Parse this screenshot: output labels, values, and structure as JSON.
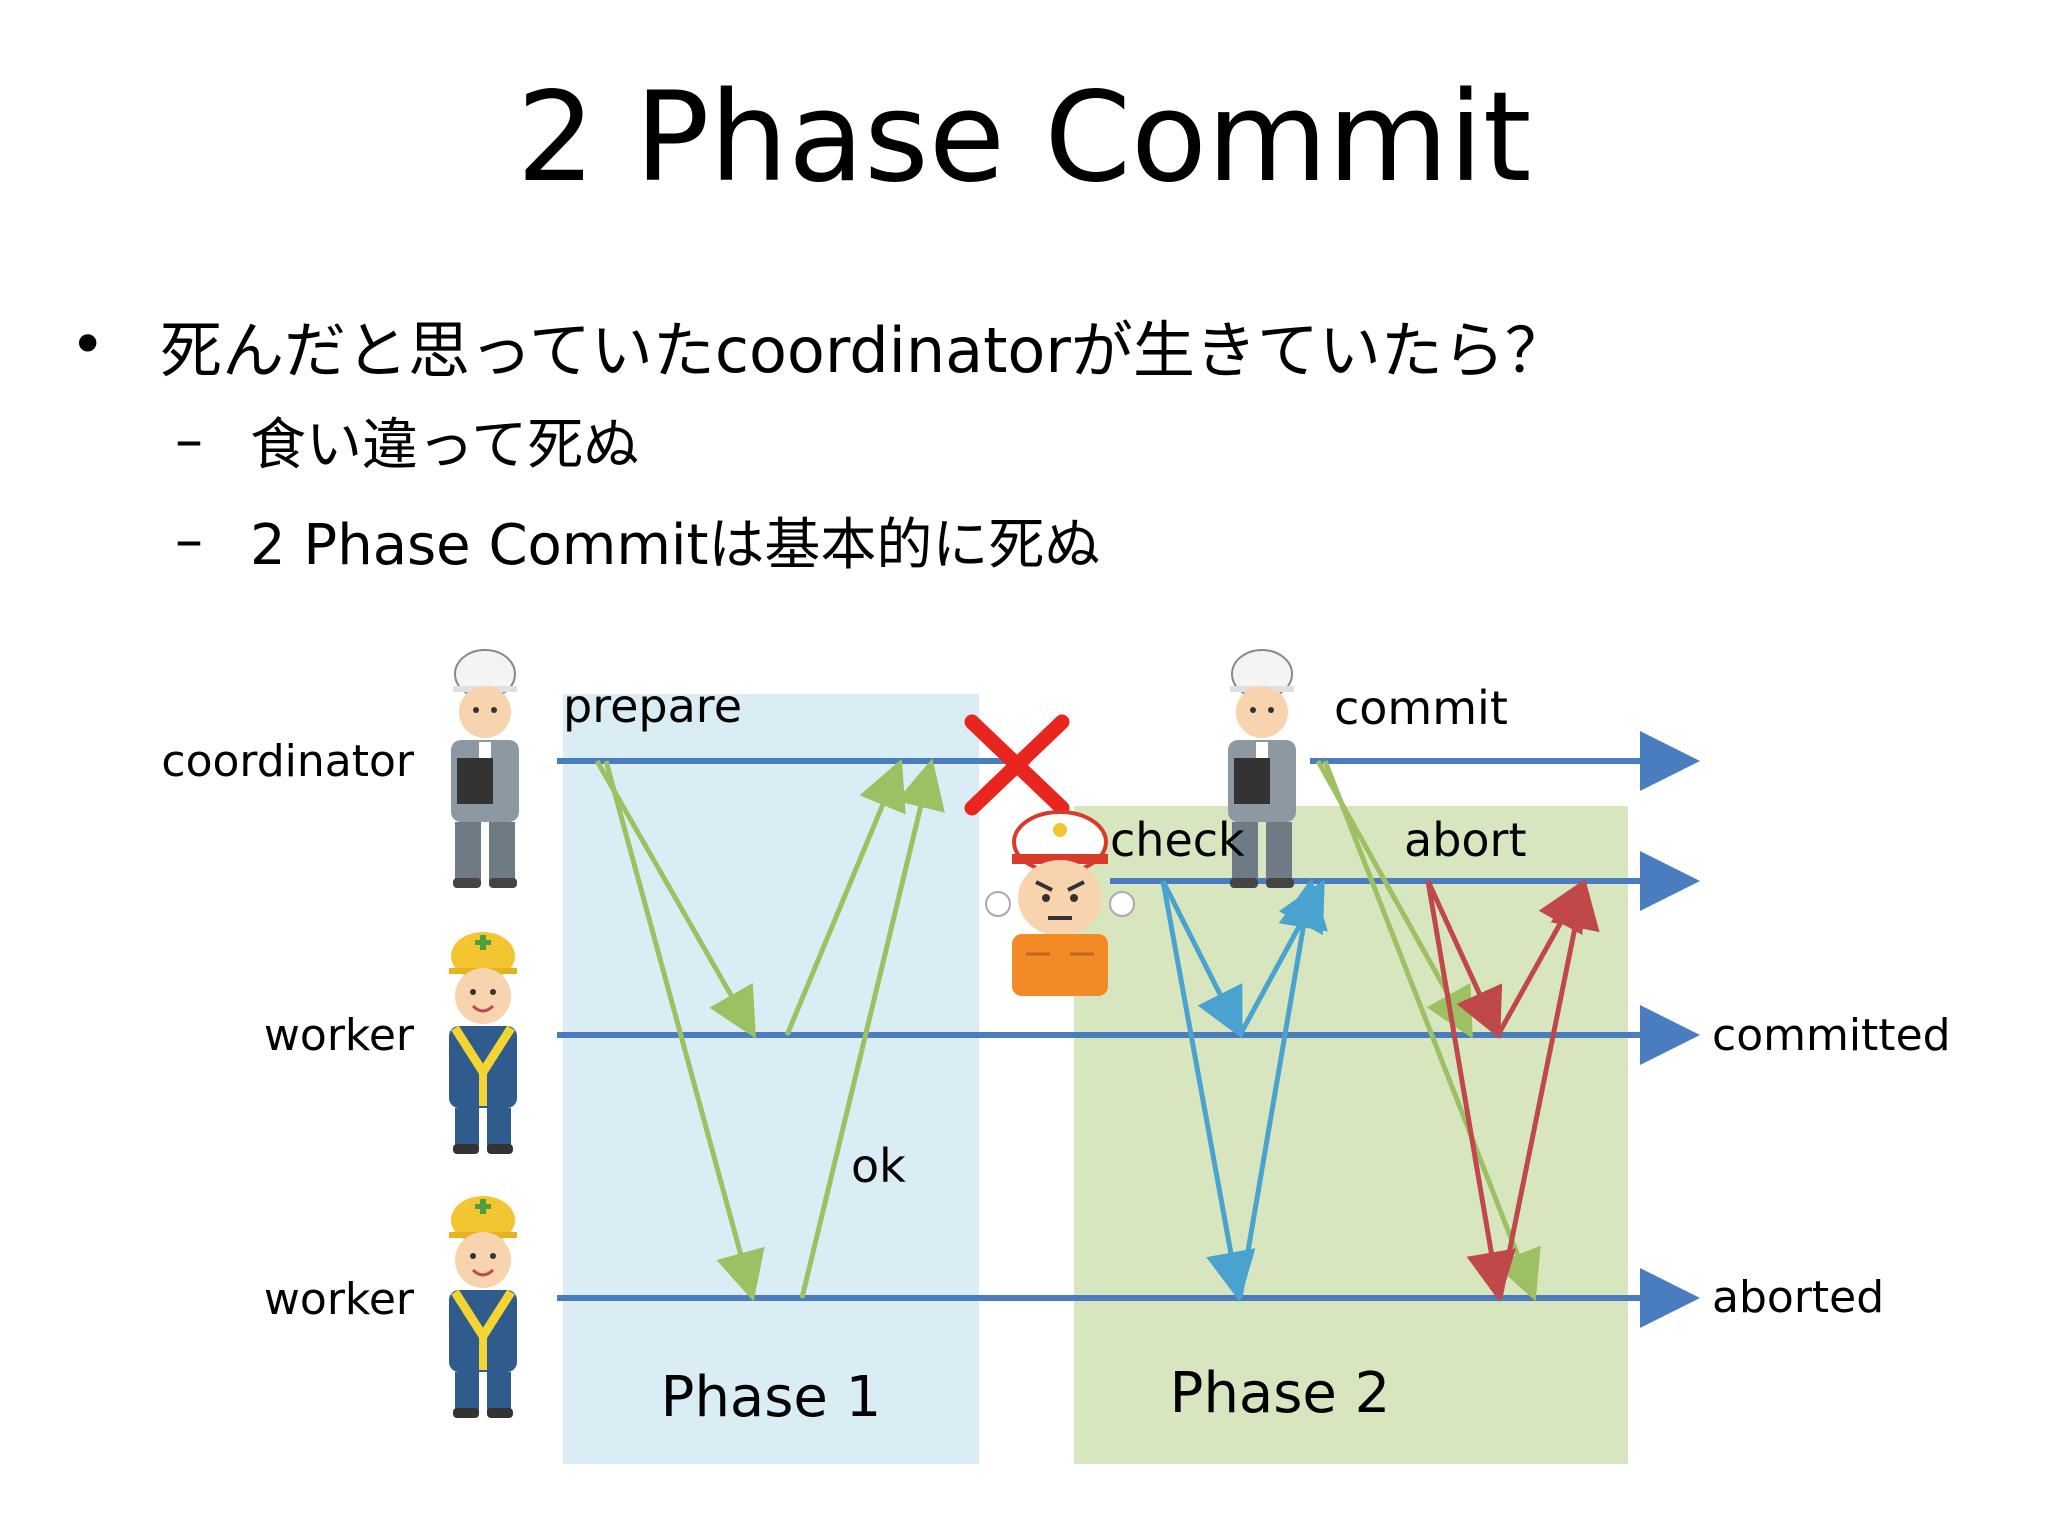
{
  "title": "2 Phase Commit",
  "bullets": {
    "main": "死んだと思っていたcoordinatorが生きていたら？",
    "sub": [
      "食い違って死ぬ",
      "2 Phase Commitは基本的に死ぬ"
    ]
  },
  "diagram": {
    "lanes": {
      "coordinator": "coordinator",
      "worker1": "worker",
      "worker2": "worker"
    },
    "messages": {
      "prepare": "prepare",
      "ok": "ok",
      "commit": "commit",
      "check": "check",
      "abort": "abort"
    },
    "outcomes": {
      "committed": "committed",
      "aborted": "aborted"
    },
    "phases": {
      "phase1": "Phase 1",
      "phase2": "Phase 2"
    },
    "colors": {
      "timeline": "#4a7cc0",
      "phase1_bg": "#daedf4",
      "phase2_bg": "#d8e6bf",
      "prepare_arrows": "#9dc162",
      "check_arrows": "#4aa3cf",
      "abort_arrows": "#c0474a",
      "failure_mark": "#e8251f"
    },
    "icons": [
      "coordinator-worker-icon",
      "worker-icon",
      "new-coordinator-icon",
      "failure-x-icon"
    ]
  }
}
